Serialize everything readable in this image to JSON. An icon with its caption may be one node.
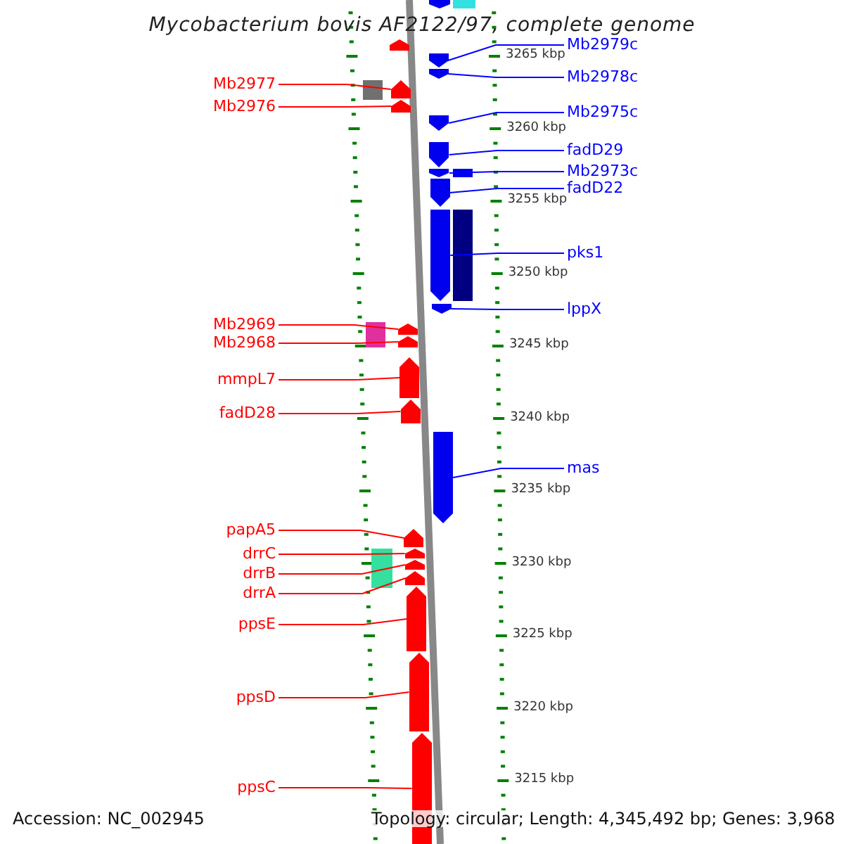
{
  "diagram": {
    "title": "Mycobacterium bovis AF2122/97, complete genome",
    "nodes": [
      {
        "text": [
          "Mb2977"
        ]
      },
      {
        "text": [
          "Mb2976"
        ]
      },
      {
        "text": [
          "Mb2969"
        ]
      },
      {
        "text": [
          "Mb2968"
        ]
      },
      {
        "text": [
          "mmpL7"
        ]
      },
      {
        "text": [
          "fadD28"
        ]
      },
      {
        "text": [
          "papA5"
        ]
      },
      {
        "text": [
          "drrC"
        ]
      },
      {
        "text": [
          "drrB"
        ]
      },
      {
        "text": [
          "drrA"
        ]
      },
      {
        "text": [
          "ppsE"
        ]
      },
      {
        "text": [
          "ppsD"
        ]
      },
      {
        "text": [
          "ppsC"
        ]
      },
      {
        "text": [
          "Mb2979c"
        ]
      },
      {
        "text": [
          "Mb2978c"
        ]
      },
      {
        "text": [
          "Mb2975c"
        ]
      },
      {
        "text": [
          "fadD29"
        ]
      },
      {
        "text": [
          "Mb2973c"
        ]
      },
      {
        "text": [
          "fadD22"
        ]
      },
      {
        "text": [
          "pks1"
        ]
      },
      {
        "text": [
          "lppX"
        ]
      },
      {
        "text": [
          "mas"
        ]
      },
      {
        "text": [],
        "shape": "bar"
      },
      {
        "text": [],
        "shape": "bar"
      },
      {
        "text": [],
        "shape": "bar"
      },
      {
        "text": [],
        "shape": "bar"
      },
      {
        "text": [],
        "shape": "bar"
      },
      {
        "text": [],
        "shape": "bar"
      },
      {
        "text": [],
        "shape": "bar"
      },
      {
        "text": [],
        "shape": "bar"
      },
      {
        "text": [],
        "shape": "bar"
      },
      {
        "text": [],
        "shape": "bar"
      },
      {
        "text": [],
        "shape": "bar"
      },
      {
        "text": [],
        "shape": "bar"
      },
      {
        "text": [],
        "shape": "bar"
      },
      {
        "text": [],
        "shape": "bar"
      },
      {
        "text": [],
        "shape": "bar"
      },
      {
        "text": [],
        "shape": "bar"
      },
      {
        "text": [],
        "shape": "bar"
      },
      {
        "text": [],
        "shape": "bar"
      },
      {
        "text": [],
        "shape": "bar"
      },
      {
        "text": [],
        "shape": "bar"
      },
      {
        "text": [],
        "shape": "bar"
      },
      {
        "text": [],
        "shape": "bar"
      }
    ],
    "edges": [
      {
        "from": 0,
        "to": 22,
        "arrow": "none"
      },
      {
        "from": 1,
        "to": 23,
        "arrow": "none"
      },
      {
        "from": 2,
        "to": 24,
        "arrow": "none"
      },
      {
        "from": 3,
        "to": 25,
        "arrow": "none"
      },
      {
        "from": 4,
        "to": 26,
        "arrow": "none"
      },
      {
        "from": 5,
        "to": 27,
        "arrow": "none"
      },
      {
        "from": 6,
        "to": 28,
        "arrow": "none"
      },
      {
        "from": 7,
        "to": 29,
        "arrow": "none"
      },
      {
        "from": 8,
        "to": 30,
        "arrow": "none"
      },
      {
        "from": 9,
        "to": 31,
        "arrow": "none"
      },
      {
        "from": 10,
        "to": 32,
        "arrow": "none"
      },
      {
        "from": 11,
        "to": 33,
        "arrow": "none"
      },
      {
        "from": 12,
        "to": 34,
        "arrow": "none"
      },
      {
        "from": 13,
        "to": 35,
        "arrow": "none",
        "color": "#0000ff"
      },
      {
        "from": 14,
        "to": 36,
        "arrow": "none",
        "color": "#0000ff"
      },
      {
        "from": 15,
        "to": 37,
        "arrow": "none",
        "color": "#0000ff"
      },
      {
        "from": 16,
        "to": 38,
        "arrow": "none",
        "color": "#0000ff"
      },
      {
        "from": 17,
        "to": 39,
        "arrow": "none",
        "color": "#0000ff"
      },
      {
        "from": 18,
        "to": 40,
        "arrow": "none",
        "color": "#0000ff"
      },
      {
        "from": 19,
        "to": 41,
        "arrow": "none",
        "color": "#0000ff"
      },
      {
        "from": 20,
        "to": 42,
        "arrow": "none",
        "color": "#0000ff"
      },
      {
        "from": 21,
        "to": 43,
        "arrow": "none",
        "color": "#0000ff"
      }
    ],
    "labels": [
      "3265 kbp",
      "3260 kbp",
      "3255 kbp",
      "3250 kbp",
      "3245 kbp",
      "3240 kbp",
      "3235 kbp",
      "3230 kbp",
      "3225 kbp",
      "3220 kbp",
      "3215 kbp",
      "Accession: NC_002945",
      "Topology: circular; Length: 4,345,492 bp; Genes: 3,968"
    ]
  }
}
